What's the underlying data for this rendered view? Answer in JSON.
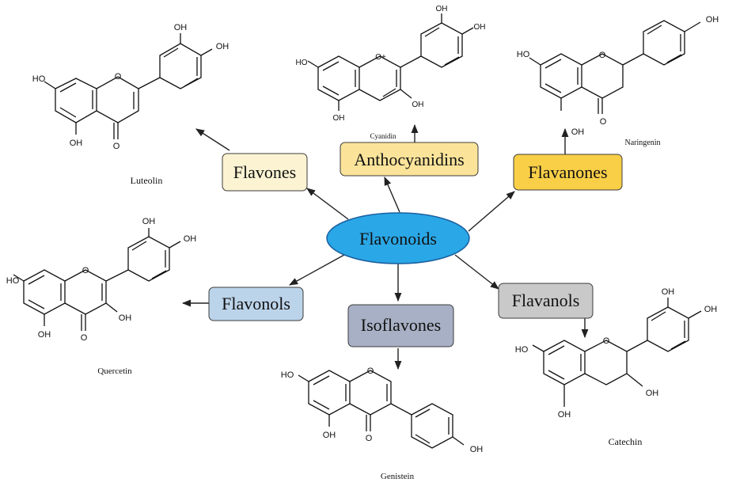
{
  "center": {
    "label": "Flavonoids"
  },
  "classes": {
    "flavones": "Flavones",
    "anthocyanidins": "Anthocyanidins",
    "flavanones": "Flavanones",
    "flavonols": "Flavonols",
    "isoflavones": "Isoflavones",
    "flavanols": "Flavanols"
  },
  "compounds": {
    "luteolin": "Luteolin",
    "cyanidin": "Cyanidin",
    "naringenin": "Naringenin",
    "quercetin": "Quercetin",
    "genistein": "Genistein",
    "catechin": "Catechin"
  },
  "atoms": {
    "oh": "OH",
    "ho": "HO",
    "o": "O",
    "o_plus": "O+"
  },
  "colors": {
    "center_fill": "#2aa7e6",
    "center_stroke": "#1a5fa0",
    "flavones": "#fbf3d2",
    "anthocyanidins": "#fbe49a",
    "flavanones": "#f9cf48",
    "flavonols": "#bcd4ea",
    "isoflavones": "#a7b0c4",
    "flavanols": "#c9c9c9",
    "box_stroke": "#3c3c3c",
    "arrow": "#222222",
    "bond": "#111111"
  }
}
